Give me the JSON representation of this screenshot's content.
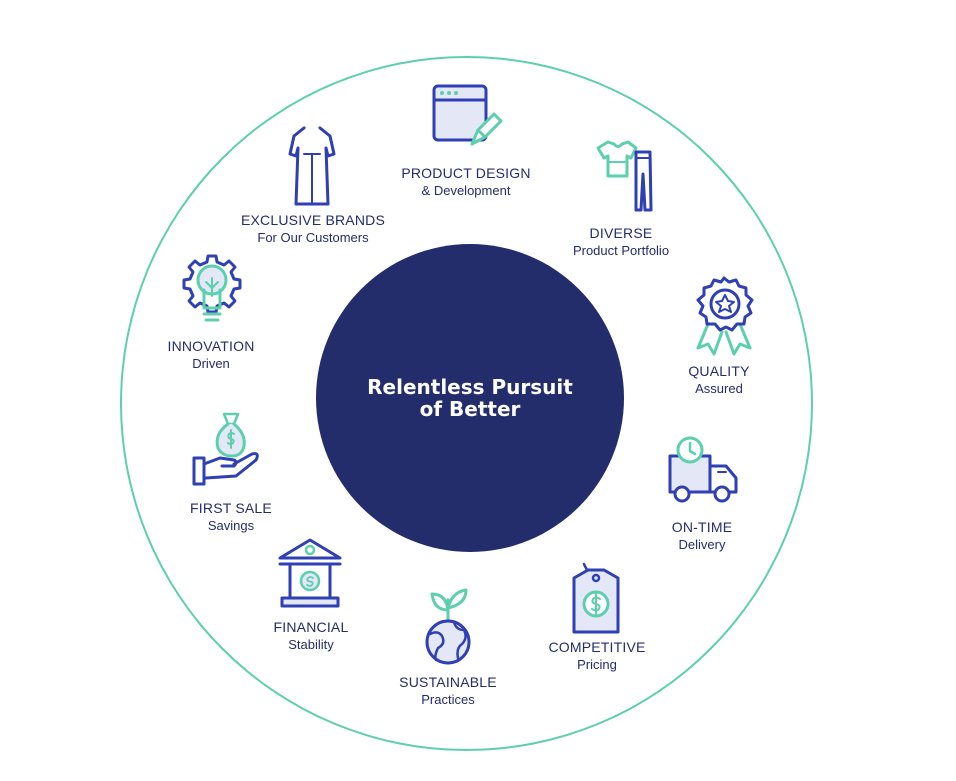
{
  "center": {
    "line1": "Relentless Pursuit",
    "line2": "of Better"
  },
  "items": [
    {
      "title": "PRODUCT DESIGN",
      "subtitle": "& Development"
    },
    {
      "title": "DIVERSE",
      "subtitle": "Product Portfolio"
    },
    {
      "title": "QUALITY",
      "subtitle": "Assured"
    },
    {
      "title": "ON-TIME",
      "subtitle": "Delivery"
    },
    {
      "title": "COMPETITIVE",
      "subtitle": "Pricing"
    },
    {
      "title": "SUSTAINABLE",
      "subtitle": "Practices"
    },
    {
      "title": "FINANCIAL",
      "subtitle": "Stability"
    },
    {
      "title": "FIRST SALE",
      "subtitle": "Savings"
    },
    {
      "title": "INNOVATION",
      "subtitle": "Driven"
    },
    {
      "title": "EXCLUSIVE BRANDS",
      "subtitle": "For Our Customers"
    }
  ],
  "colors": {
    "navy": "#232d6b",
    "accent": "#5ccfae",
    "icon_blue": "#2f3fb4"
  }
}
